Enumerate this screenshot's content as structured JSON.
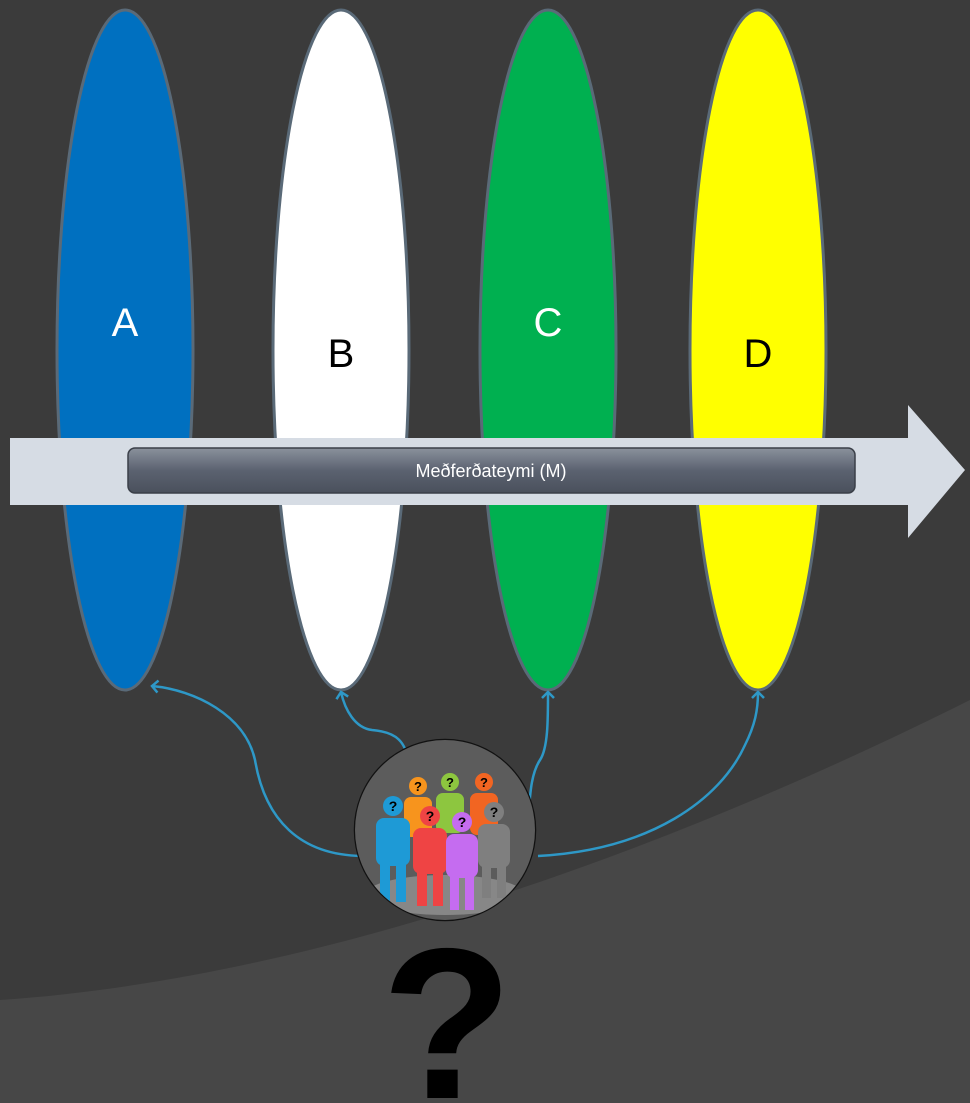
{
  "ellipses": [
    {
      "label": "A",
      "color": "#0070c0"
    },
    {
      "label": "B",
      "color": "#ffffff"
    },
    {
      "label": "C",
      "color": "#00b050"
    },
    {
      "label": "D",
      "color": "#ffff00"
    }
  ],
  "arrow": {
    "label": "Meðferðateymi (M)",
    "color": "#d6dce4",
    "bar_color": "#5b6270"
  },
  "group": {
    "question_mark": "?",
    "people": [
      {
        "color": "#1e9ad6"
      },
      {
        "color": "#f7941d"
      },
      {
        "color": "#8dc63f"
      },
      {
        "color": "#f26522"
      },
      {
        "color": "#ef4444"
      },
      {
        "color": "#c56cf0"
      },
      {
        "color": "#7f7f7f"
      }
    ],
    "connector_color": "#2e98c7"
  },
  "colors": {
    "background": "#3b3b3b",
    "floor": "#474747",
    "ellipse_stroke": "#5a6a78"
  }
}
